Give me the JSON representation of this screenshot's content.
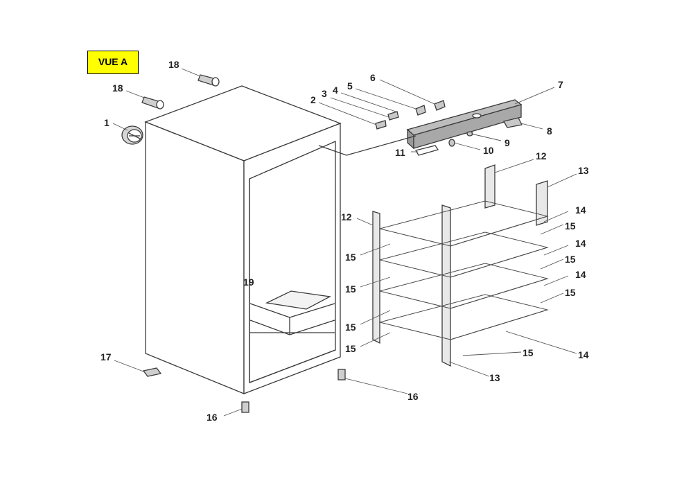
{
  "view_label": "VUE A",
  "callouts": [
    {
      "id": "c1",
      "text": "1"
    },
    {
      "id": "c2",
      "text": "2"
    },
    {
      "id": "c3",
      "text": "3"
    },
    {
      "id": "c4",
      "text": "4"
    },
    {
      "id": "c5",
      "text": "5"
    },
    {
      "id": "c6",
      "text": "6"
    },
    {
      "id": "c7",
      "text": "7"
    },
    {
      "id": "c8",
      "text": "8"
    },
    {
      "id": "c9",
      "text": "9"
    },
    {
      "id": "c10",
      "text": "10"
    },
    {
      "id": "c11",
      "text": "11"
    },
    {
      "id": "c12a",
      "text": "12"
    },
    {
      "id": "c12b",
      "text": "12"
    },
    {
      "id": "c13a",
      "text": "13"
    },
    {
      "id": "c13b",
      "text": "13"
    },
    {
      "id": "c14a",
      "text": "14"
    },
    {
      "id": "c14b",
      "text": "14"
    },
    {
      "id": "c14c",
      "text": "14"
    },
    {
      "id": "c14d",
      "text": "14"
    },
    {
      "id": "c15a",
      "text": "15"
    },
    {
      "id": "c15b",
      "text": "15"
    },
    {
      "id": "c15c",
      "text": "15"
    },
    {
      "id": "c15d",
      "text": "15"
    },
    {
      "id": "c15e",
      "text": "15"
    },
    {
      "id": "c15f",
      "text": "15"
    },
    {
      "id": "c15g",
      "text": "15"
    },
    {
      "id": "c15h",
      "text": "15"
    },
    {
      "id": "c16a",
      "text": "16"
    },
    {
      "id": "c16b",
      "text": "16"
    },
    {
      "id": "c17",
      "text": "17"
    },
    {
      "id": "c18a",
      "text": "18"
    },
    {
      "id": "c18b",
      "text": "18"
    },
    {
      "id": "c19",
      "text": "19"
    }
  ],
  "colors": {
    "label_bg": "#ffff00",
    "line": "#333333",
    "part_fill": "#bdbdbd"
  }
}
